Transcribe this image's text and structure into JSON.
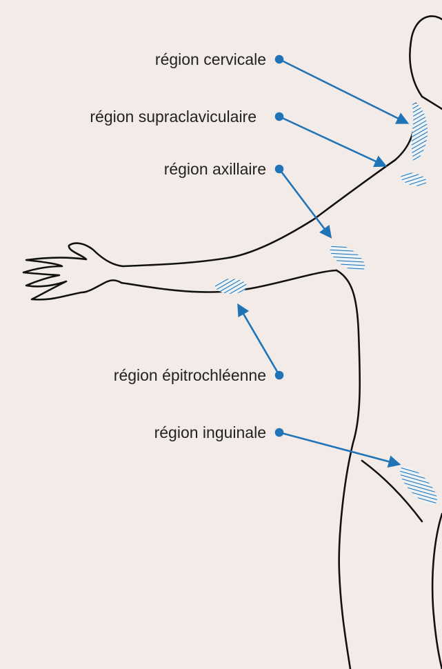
{
  "labels": {
    "cervical": "région cervicale",
    "supraclavicular": "région supraclaviculaire",
    "axillary": "région axillaire",
    "epitrochlear": "région épitrochléenne",
    "inguinal": "région inguinale"
  },
  "colors": {
    "background": "#f3ebe7",
    "outline": "#111111",
    "accent": "#1f73b7",
    "label_text": "#222222"
  }
}
